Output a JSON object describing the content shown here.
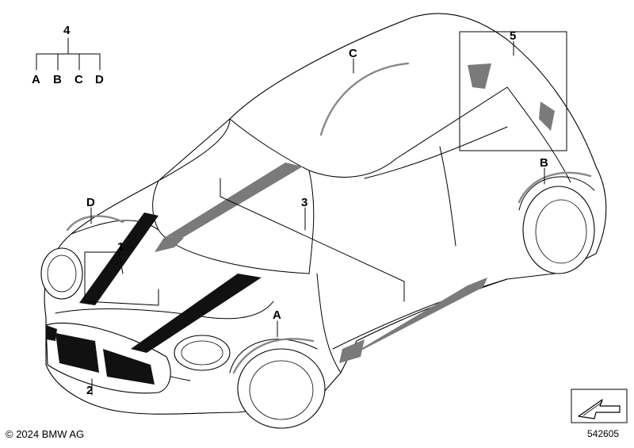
{
  "callouts": {
    "tree_top": "4",
    "tree_a": "A",
    "tree_b": "B",
    "tree_c": "C",
    "tree_d": "D",
    "item_1": "1",
    "item_2": "2",
    "item_3": "3",
    "item_5": "5",
    "ref_a": "A",
    "ref_b": "B",
    "ref_c": "C",
    "ref_d": "D"
  },
  "footer": {
    "copyright": "© 2024 BMW AG",
    "doc_number": "542605"
  },
  "colors": {
    "stripe_black": "#111111",
    "decal_grey": "#7a7a7a",
    "arc_grey": "#888888"
  }
}
